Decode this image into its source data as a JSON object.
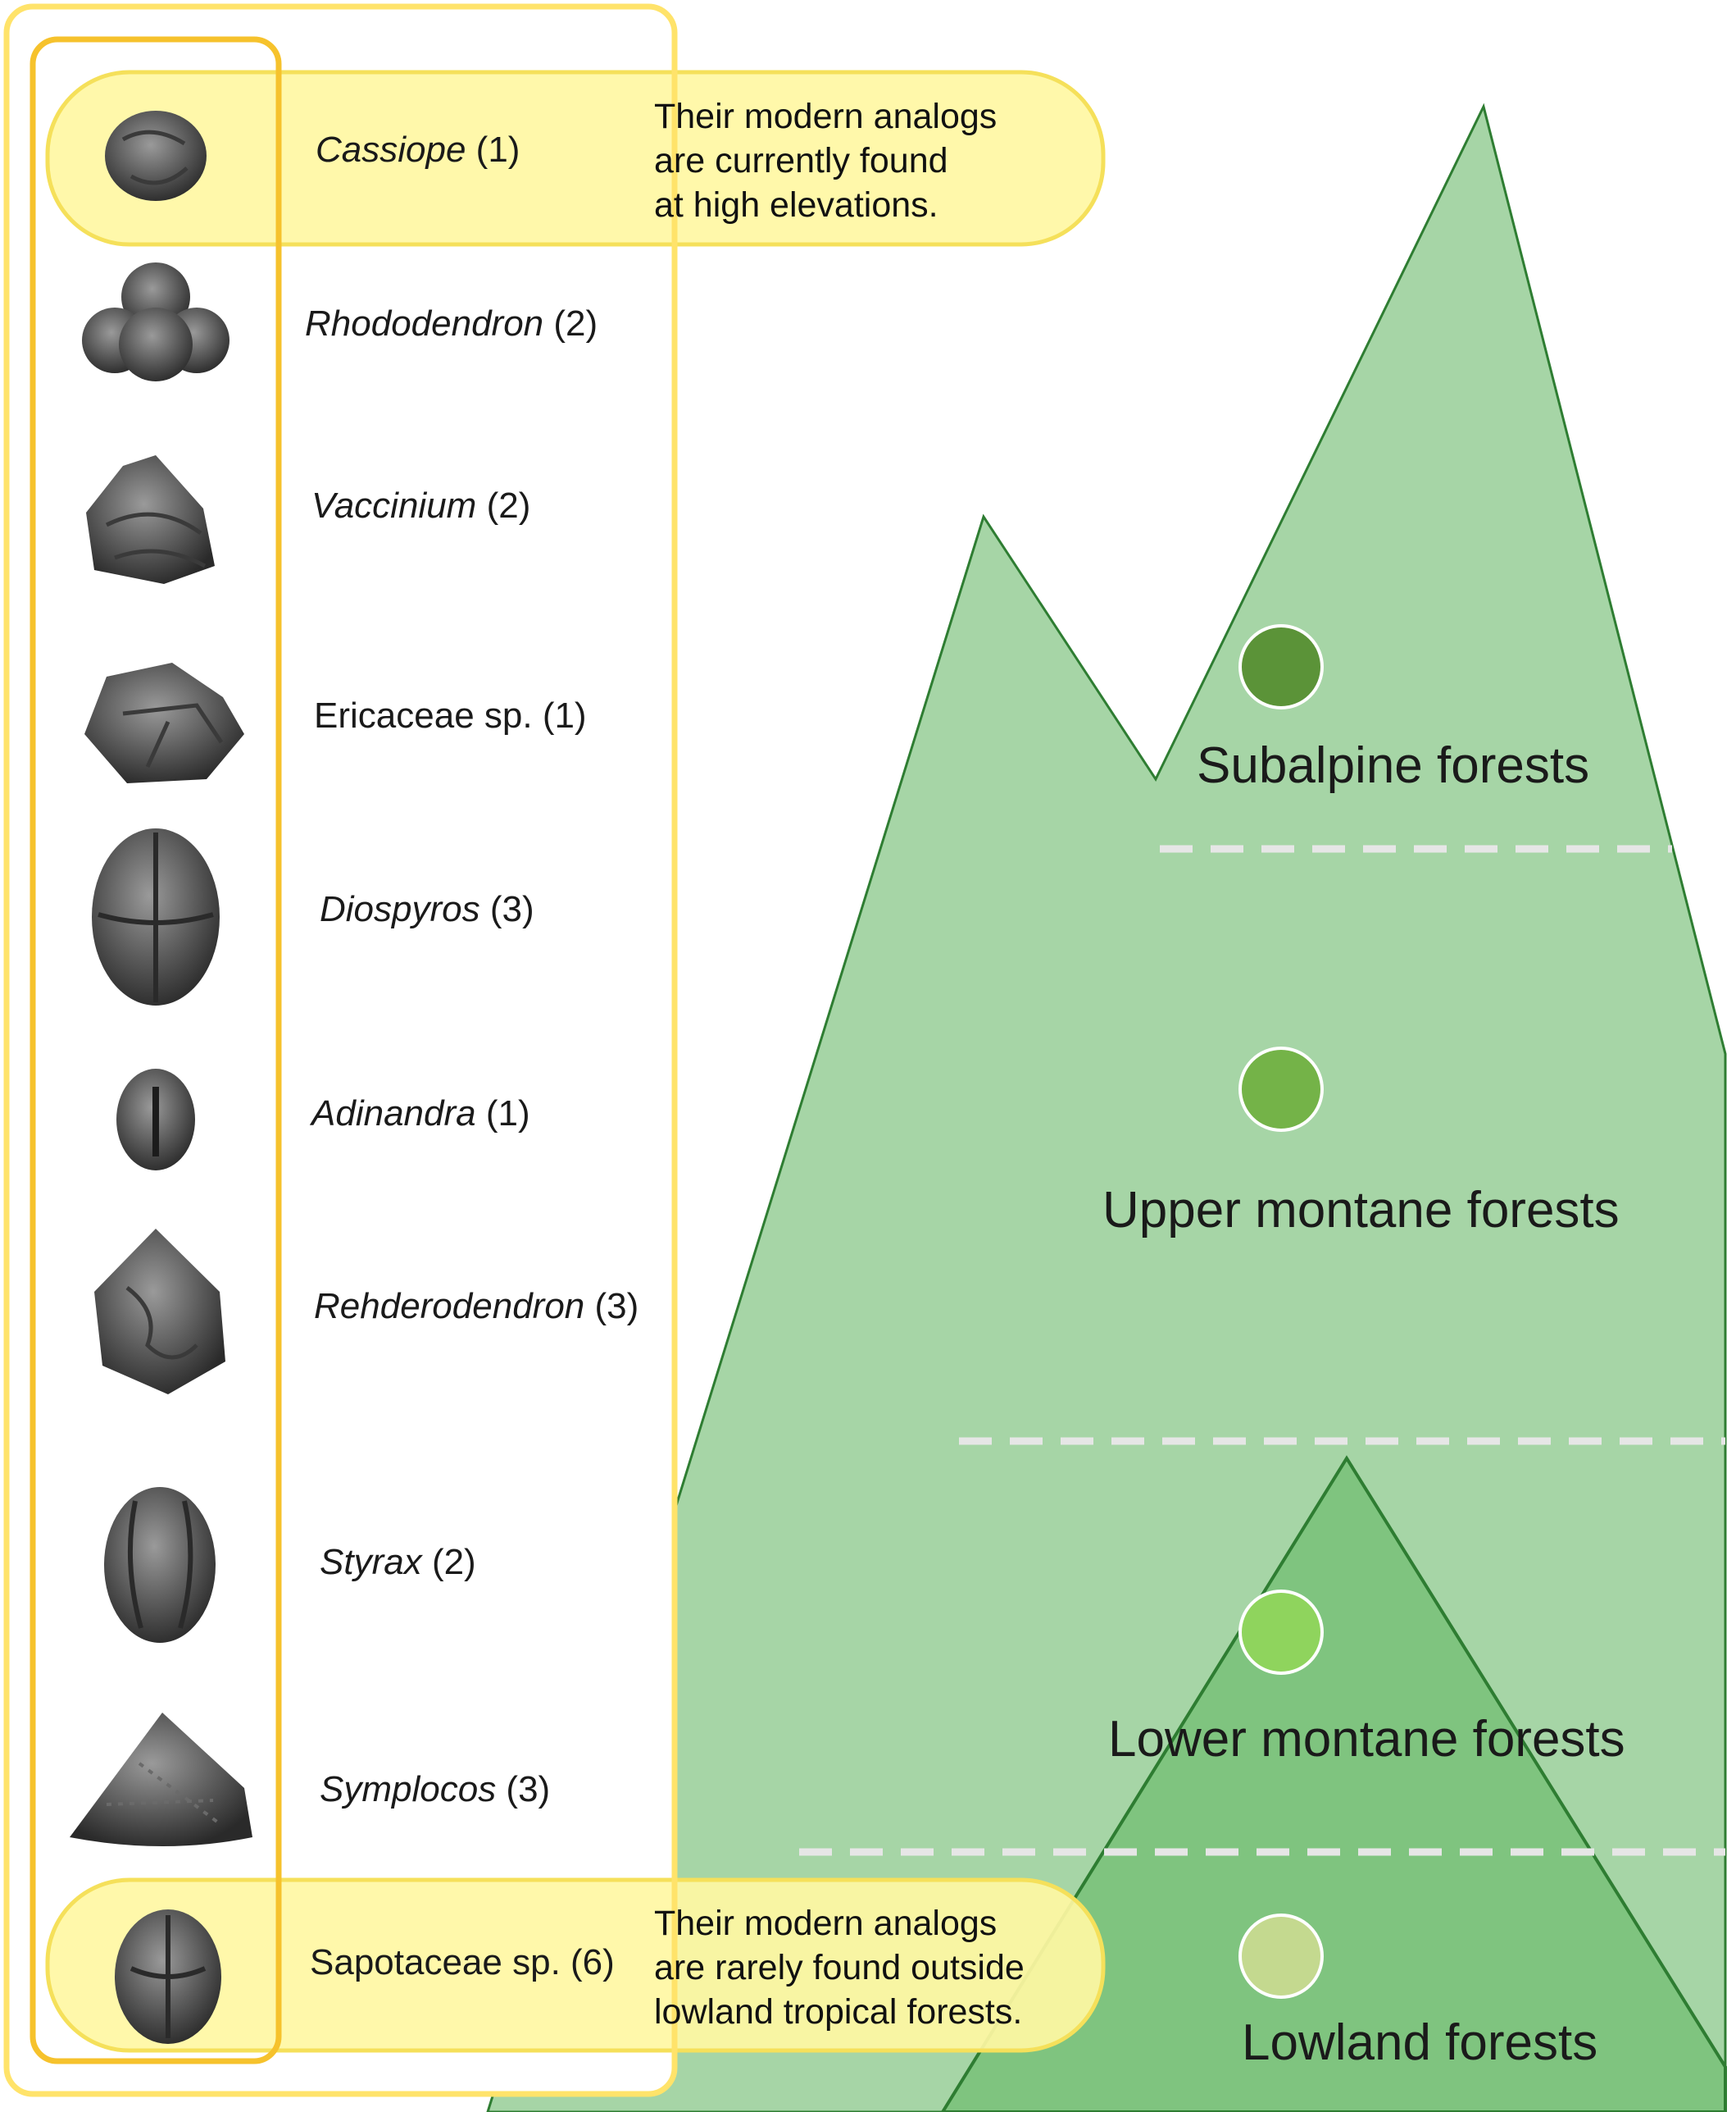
{
  "taxa": [
    {
      "name": "Cassiope",
      "italic": true,
      "count": "(1)"
    },
    {
      "name": "Rhododendron",
      "italic": true,
      "count": "(2)"
    },
    {
      "name": "Vaccinium",
      "italic": true,
      "count": "(2)"
    },
    {
      "name": "Ericaceae sp.",
      "italic": false,
      "count": "(1)"
    },
    {
      "name": "Diospyros",
      "italic": true,
      "count": "(3)"
    },
    {
      "name": "Adinandra",
      "italic": true,
      "count": "(1)"
    },
    {
      "name": "Rehderodendron",
      "italic": true,
      "count": "(3)"
    },
    {
      "name": "Styrax",
      "italic": true,
      "count": "(2)"
    },
    {
      "name": "Symplocos",
      "italic": true,
      "count": "(3)"
    },
    {
      "name": "Sapotaceae sp.",
      "italic": false,
      "count": "(6)"
    }
  ],
  "notes": {
    "high": {
      "line1": "Their modern analogs",
      "line2": "are currently found",
      "line3": "at high elevations."
    },
    "low": {
      "line1": "Their modern analogs",
      "line2": "are rarely found outside",
      "line3": "lowland tropical forests."
    }
  },
  "zones": [
    {
      "label": "Subalpine forests",
      "dot_color": "#5b9338"
    },
    {
      "label": "Upper montane forests",
      "dot_color": "#74b348"
    },
    {
      "label": "Lower montane forests",
      "dot_color": "#8fd45d"
    },
    {
      "label": "Lowland forests",
      "dot_color": "#c4d98f"
    }
  ],
  "colors": {
    "mountain_fill": "#a6d5a6",
    "mountain_stroke": "#2e7d32",
    "small_mountain_fill": "#7fc47f",
    "highlight_fill": "#fff7a3",
    "highlight_stroke": "#f5e05a",
    "frame_outer": "#ffe36a",
    "frame_inner": "#f6c22c",
    "zone_divider": "#e6e6e6"
  }
}
